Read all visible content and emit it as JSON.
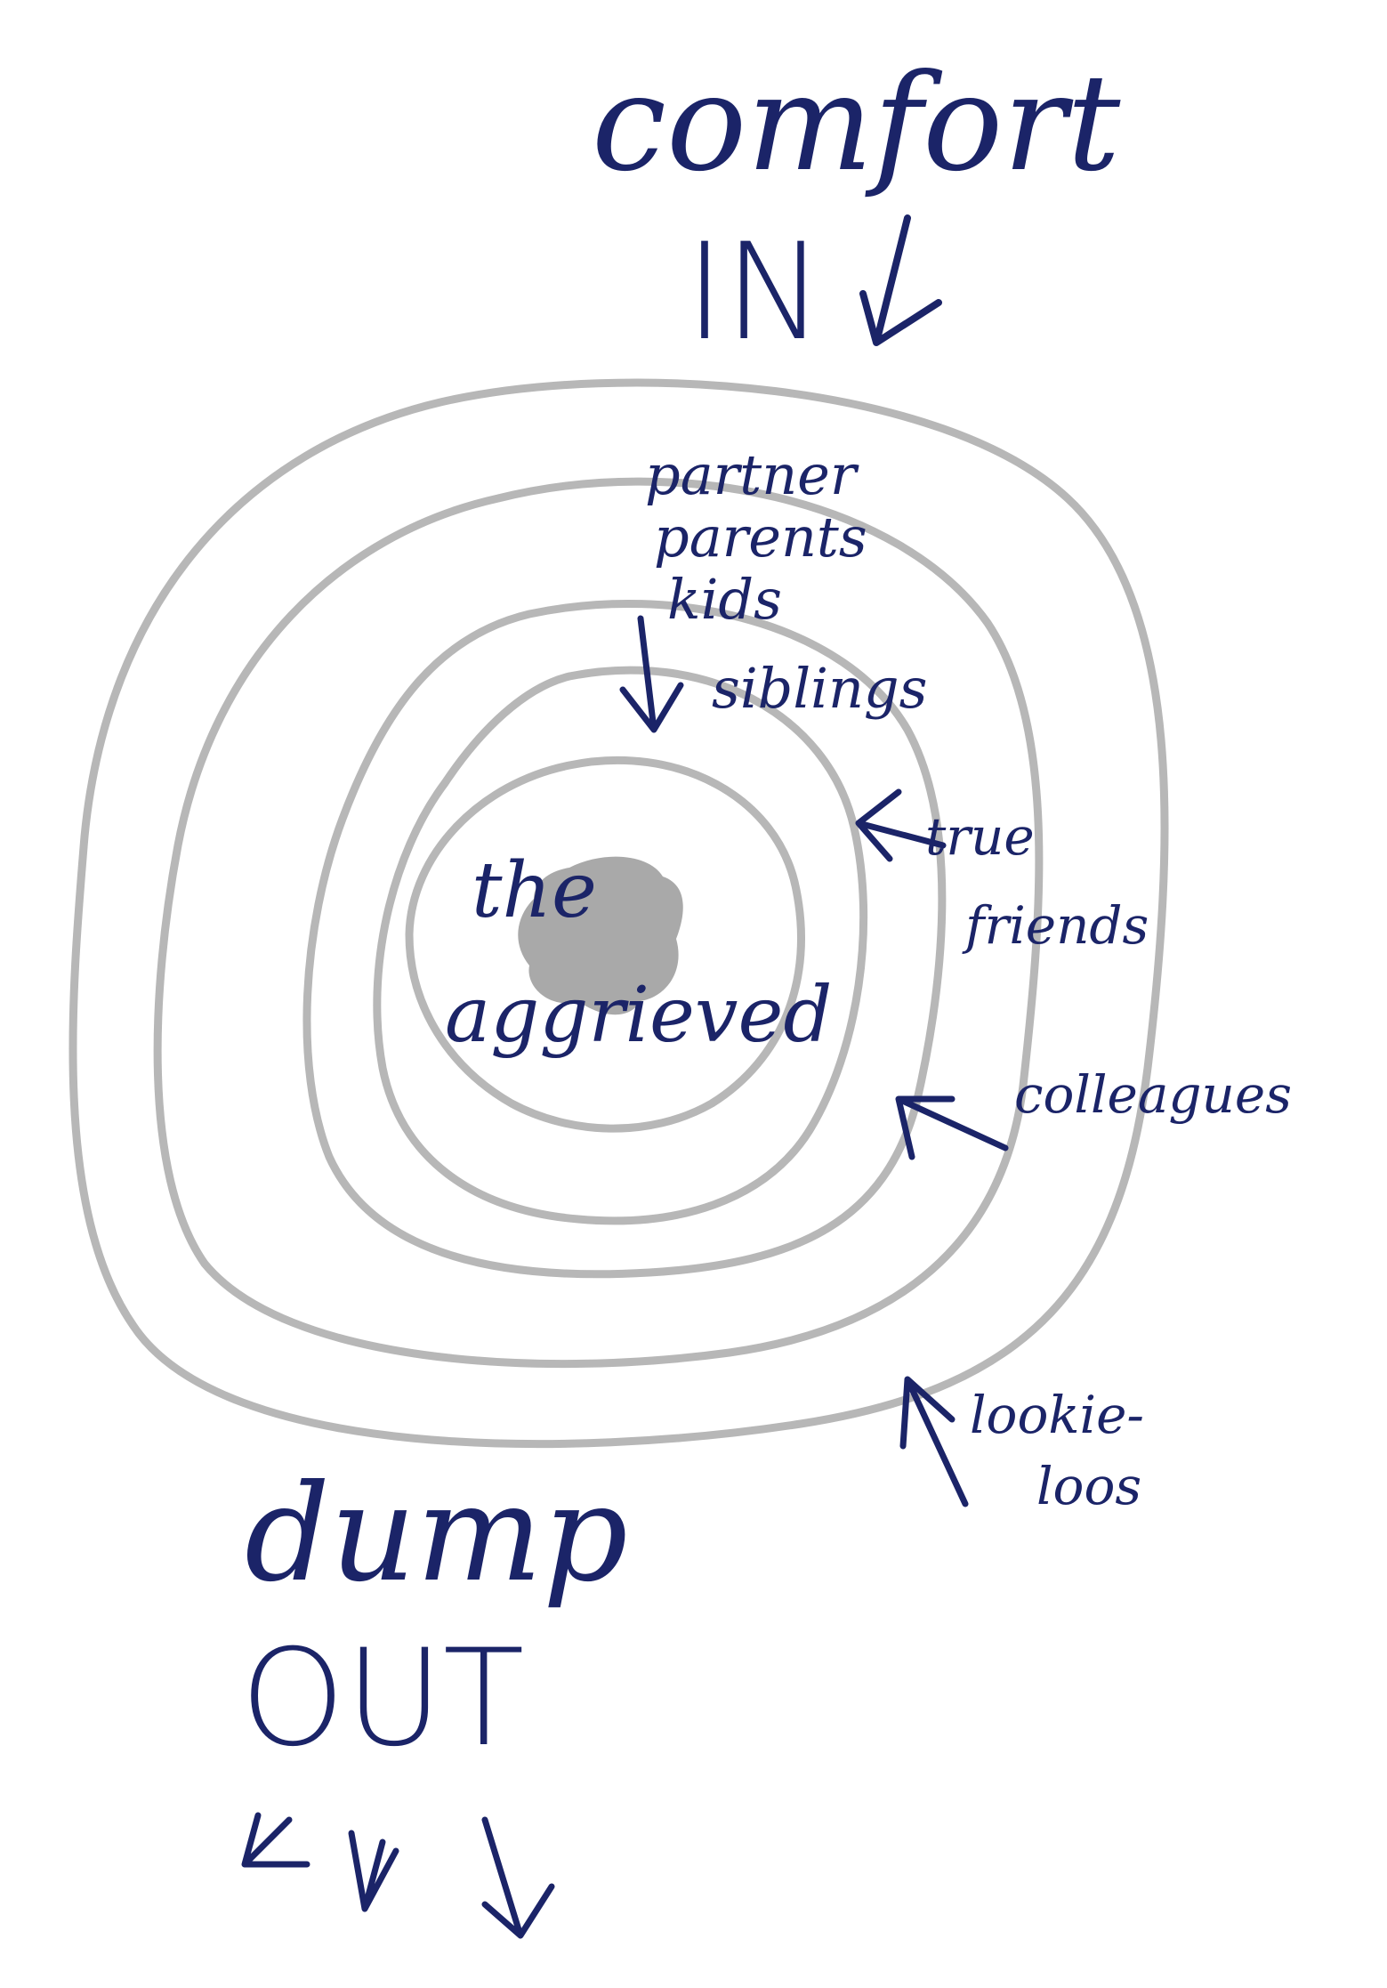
{
  "diagram": {
    "top_heading": {
      "line1": "comfort",
      "line2": "IN"
    },
    "bottom_heading": {
      "line1": "dump",
      "line2": "OUT"
    },
    "center_label": {
      "line1": "the",
      "line2": "aggrieved"
    },
    "inner_ring_labels": [
      "partner",
      "parents",
      "kids",
      "siblings"
    ],
    "ring_labels": {
      "ring2_line1": "true",
      "ring2_line2": "friends",
      "ring3": "colleagues",
      "ring4_line1": "lookie-",
      "ring4_line2": "loos"
    },
    "colors": {
      "ink": "#1b2468",
      "rings": "#b7b7b7",
      "center_blot": "#a9a9a9",
      "background": "#ffffff"
    },
    "icons": [
      "arrow-down-icon",
      "arrow-left-icon",
      "arrow-up-left-icon",
      "arrow-up-icon"
    ]
  }
}
